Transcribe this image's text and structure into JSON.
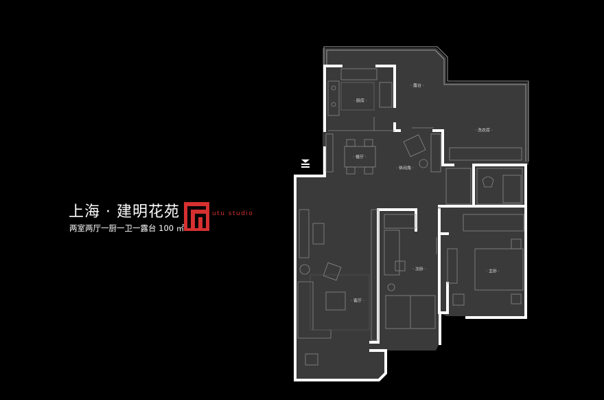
{
  "project": {
    "title": "上海 · 建明花苑",
    "subtitle": "两室两厅一厨一卫一露台 100 ㎡",
    "studio": "utu studio"
  },
  "rooms": {
    "kitchen": "厨房",
    "terrace": "露台",
    "laundry": "洗衣房",
    "dining": "餐厅",
    "leisure": "休闲角",
    "living": "客厅",
    "second_bedroom": "次卧",
    "master_bedroom": "主卧"
  },
  "colors": {
    "background": "#000000",
    "floor": "#3b3b3b",
    "wall": "#ffffff",
    "accent": "#d63030"
  }
}
